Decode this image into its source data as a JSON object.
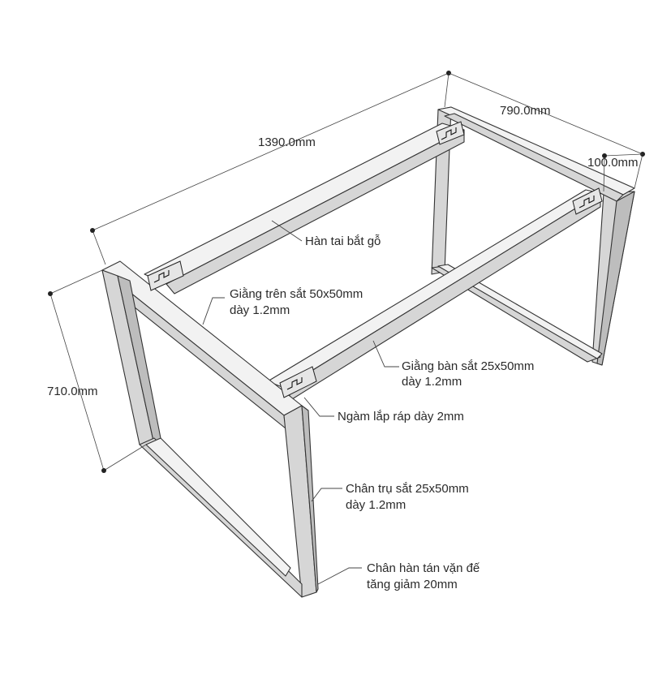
{
  "dimensions": {
    "length": "1390.0mm",
    "width": "790.0mm",
    "leg_offset": "100.0mm",
    "height": "710.0mm"
  },
  "annotations": {
    "wood_tab": "Hàn tai bắt gỗ",
    "top_brace_line1": "Giằng trên sắt 50x50mm",
    "top_brace_line2": "dày 1.2mm",
    "table_brace_line1": "Giằng bàn sắt 25x50mm",
    "table_brace_line2": "dày 1.2mm",
    "joint": "Ngàm lắp ráp dày 2mm",
    "leg_line1": "Chân trụ sắt 25x50mm",
    "leg_line2": "dày 1.2mm",
    "foot_line1": "Chân hàn tán vặn đế",
    "foot_line2": "tăng giảm 20mm"
  }
}
